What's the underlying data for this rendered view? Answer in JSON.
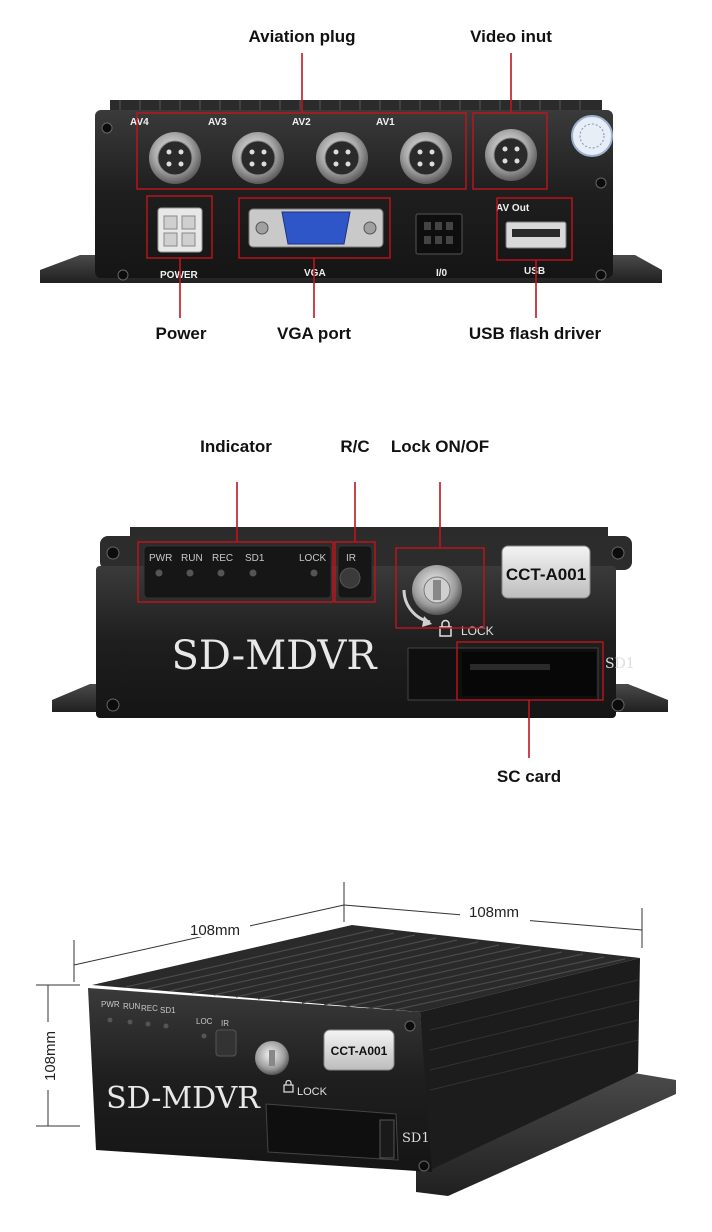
{
  "panel1": {
    "callouts": {
      "aviation_plug": "Aviation plug",
      "video_input": "Video inut",
      "power": "Power",
      "vga_port": "VGA port",
      "usb_flash": "USB flash driver"
    },
    "silk": {
      "av4": "AV4",
      "av3": "AV3",
      "av2": "AV2",
      "av1": "AV1",
      "av_out": "AV Out",
      "power": "POWER",
      "vga": "VGA",
      "io": "I/0",
      "usb": "USB"
    }
  },
  "panel2": {
    "callouts": {
      "indicator": "Indicator",
      "rc": "R/C",
      "lock": "Lock ON/OF",
      "sc_card": "SC card"
    },
    "leds": [
      "PWR",
      "RUN",
      "REC",
      "SD1",
      "LOCK"
    ],
    "ir": "IR",
    "lock_text": "LOCK",
    "brand": "SD-MDVR",
    "model": "CCT-A001",
    "sd_slot": "SD1"
  },
  "panel3": {
    "dims": {
      "width_left": "108mm",
      "width_right": "108mm",
      "height": "108mm"
    },
    "leds": [
      "PWR",
      "RUN",
      "REC",
      "SD1"
    ],
    "loc": "LOC",
    "ir": "IR",
    "lock_text": "LOCK",
    "brand": "SD-MDVR",
    "model": "CCT-A001",
    "sd_slot": "SD1"
  },
  "colors": {
    "callout_red": "#c0141c",
    "body": "#1c1c1c",
    "vga_blue": "#2f56c8"
  }
}
